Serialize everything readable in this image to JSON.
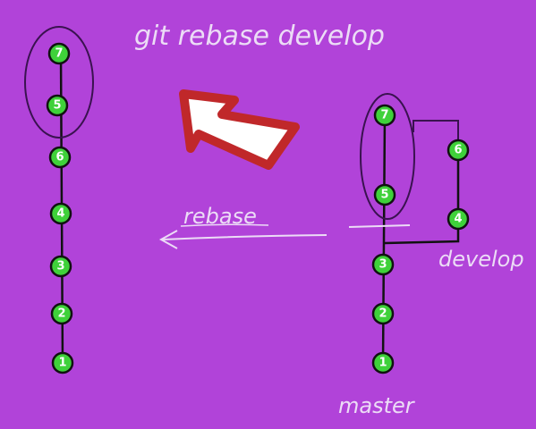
{
  "title": "git rebase develop",
  "arrow_label": "rebase",
  "branch_labels": {
    "develop": "develop",
    "master": "master"
  },
  "left_commits": [
    "7",
    "5",
    "6",
    "4",
    "3",
    "2",
    "1"
  ],
  "right_master_commits": [
    "7",
    "5",
    "3",
    "2",
    "1"
  ],
  "right_develop_commits": [
    "6",
    "4"
  ],
  "colors": {
    "background": "#b143d9",
    "node_fill": "#3fd13a",
    "ink": "#111111",
    "big_arrow_red": "#c0282a",
    "label": "#ecdcf6"
  }
}
